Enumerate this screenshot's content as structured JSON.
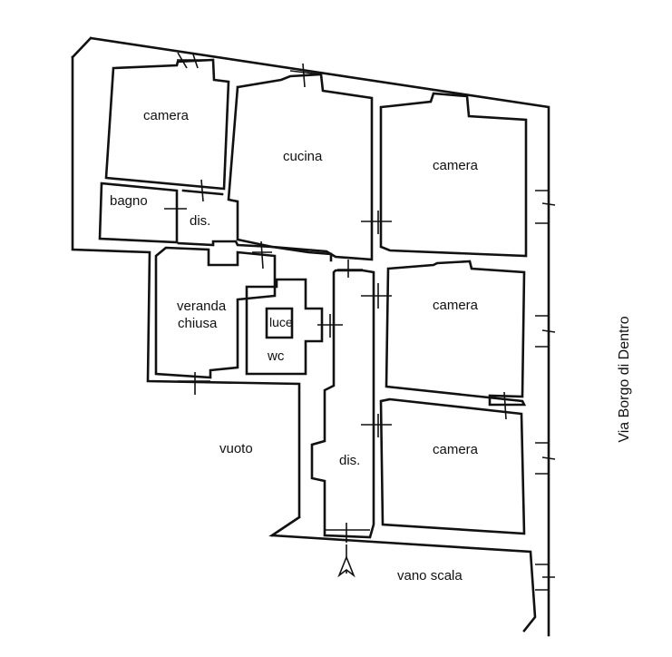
{
  "rooms": {
    "camera_top_left": "camera",
    "cucina": "cucina",
    "camera_right_1": "camera",
    "bagno": "bagno",
    "dis_top": "dis.",
    "camera_right_2": "camera",
    "veranda_line1": "veranda",
    "veranda_line2": "chiusa",
    "luce": "luce",
    "wc": "wc",
    "camera_right_3": "camera",
    "vuoto": "vuoto",
    "dis_corridor": "dis.",
    "vano_scala": "vano scala"
  },
  "street_label": "Via Borgo di Dentro"
}
